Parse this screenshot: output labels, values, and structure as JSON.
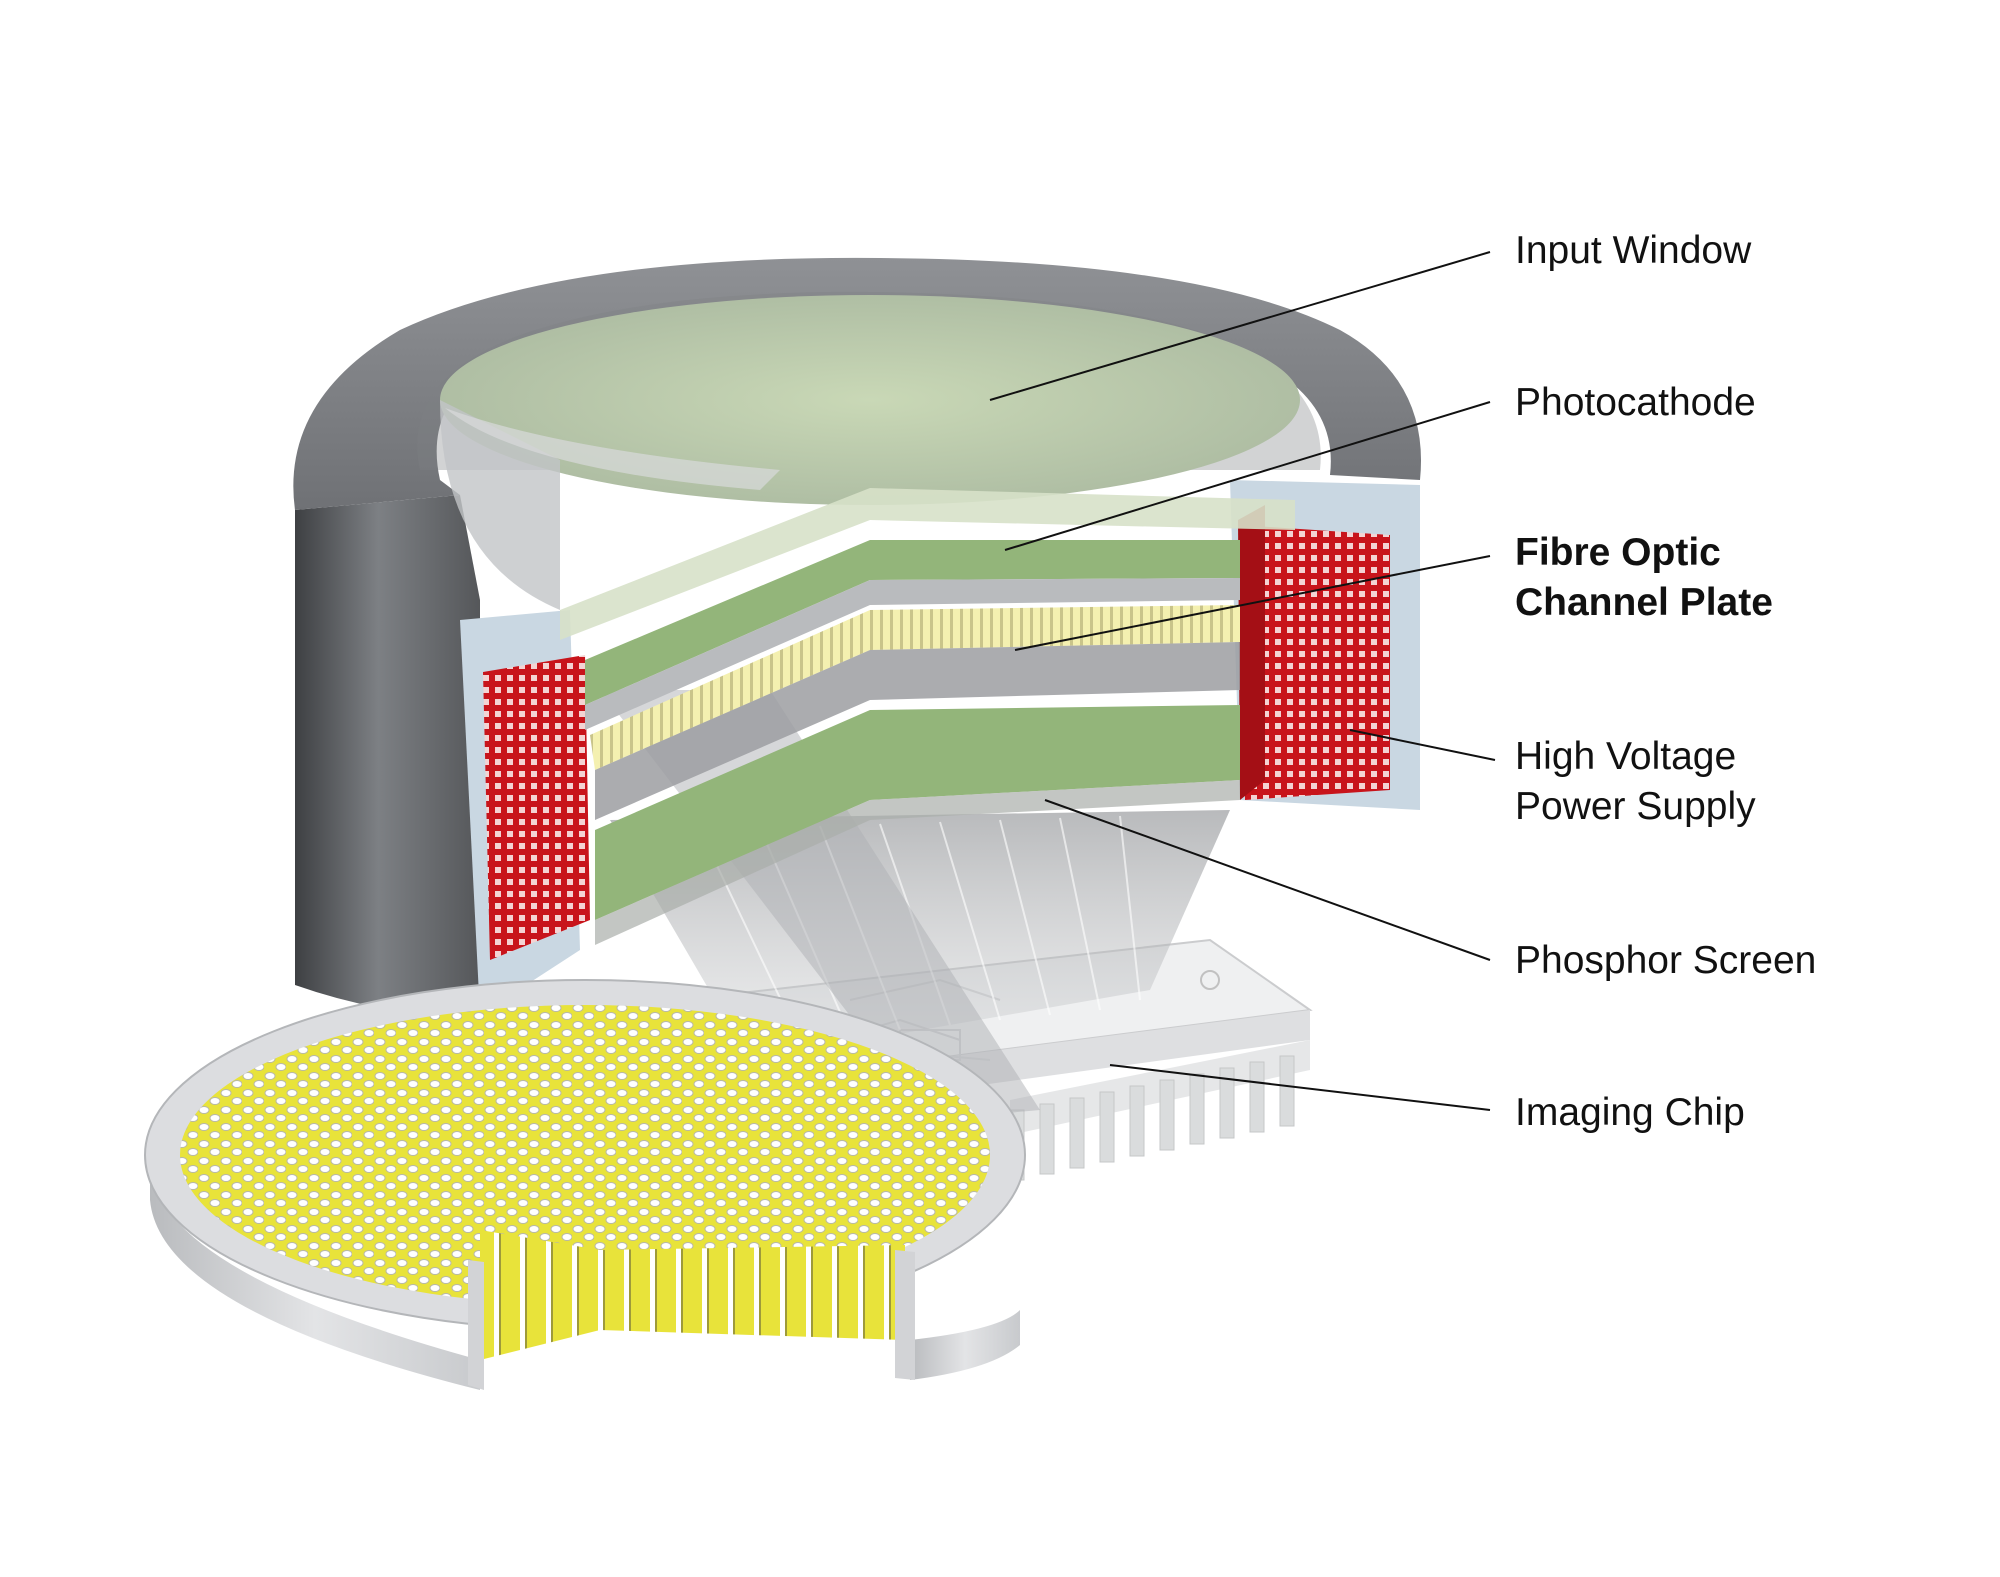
{
  "colors": {
    "housing": "#8c8e91",
    "housing_dark": "#4a4c4f",
    "cut_face": "#c9d7e2",
    "photocathode_green": "#93b57a",
    "window_green": "#c3d6b0",
    "fibre_optic_yellow": "#f4f0b0",
    "power_supply_red": "#c8141b",
    "channel_plate_yellow": "#e8e33a",
    "leader_line": "#111111"
  },
  "labels": [
    {
      "id": "input-window",
      "lines": [
        "Input Window"
      ],
      "bold": false
    },
    {
      "id": "photocathode",
      "lines": [
        "Photocathode"
      ],
      "bold": false
    },
    {
      "id": "fibre-optic-channel-plate",
      "lines": [
        "Fibre Optic",
        "Channel Plate"
      ],
      "bold": true
    },
    {
      "id": "high-voltage-power-supply",
      "lines": [
        "High Voltage",
        "Power Supply"
      ],
      "bold": false
    },
    {
      "id": "phosphor-screen",
      "lines": [
        "Phosphor Screen"
      ],
      "bold": false
    },
    {
      "id": "imaging-chip",
      "lines": [
        "Imaging Chip"
      ],
      "bold": false
    }
  ]
}
